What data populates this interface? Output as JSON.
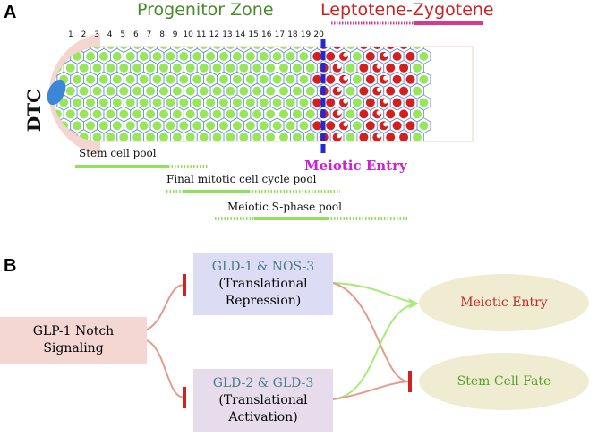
{
  "panel_a": {
    "letter": "A",
    "progenitor_zone_title": "Progenitor Zone",
    "leptotene_title": "Leptotene-Zygotene",
    "dtc_label": "DTC",
    "cell_diameter_numbers": [
      "1",
      "2",
      "3",
      "4",
      "5",
      "6",
      "7",
      "8",
      "9",
      "10",
      "11",
      "12",
      "13",
      "14",
      "15",
      "16",
      "17",
      "18",
      "19",
      "20"
    ],
    "meiotic_entry_label": "Meiotic Entry",
    "pools": [
      {
        "label": "Stem cell pool"
      },
      {
        "label": "Final mitotic cell cycle pool"
      },
      {
        "label": "Meiotic S-phase pool"
      }
    ],
    "colors": {
      "progenitor_title": "#4a8a2a",
      "leptotene_title": "#cc2222",
      "meiotic_entry": "#cc22cc",
      "green_nucleus": "#99e65a",
      "red_nucleus": "#d41f1f",
      "hex_grid": "#6a8fd8",
      "entry_line": "#1f2ad4",
      "dtc_cap": "#f4d6d0",
      "dtc_cell": "#3a86d8",
      "pool_bar": "#8fe05a",
      "lz_bar": "#d63a8a"
    }
  },
  "panel_b": {
    "letter": "B",
    "glp1": {
      "line1": "GLP-1 Notch",
      "line2": "Signaling"
    },
    "gld1": {
      "line1": "GLD-1 & NOS-3",
      "line2": "(Translational",
      "line3": "Repression)"
    },
    "gld2": {
      "line1": "GLD-2 & GLD-3",
      "line2": "(Translational",
      "line3": "Activation)"
    },
    "meiotic_entry": "Meiotic Entry",
    "stem_cell_fate": "Stem Cell Fate",
    "colors": {
      "glp1_box": "#f4d6d3",
      "gld1_box": "#dcdcf4",
      "gld2_box": "#e6dcec",
      "ellipse": "#efecd2",
      "gld_text": "#4a7a8a",
      "meiotic_text": "#c82a2a",
      "stem_text": "#5aa02a",
      "inhibit_curve": "#e69a8e",
      "activate_curve": "#a6ec7a",
      "inhibit_bar": "#d42020"
    }
  }
}
